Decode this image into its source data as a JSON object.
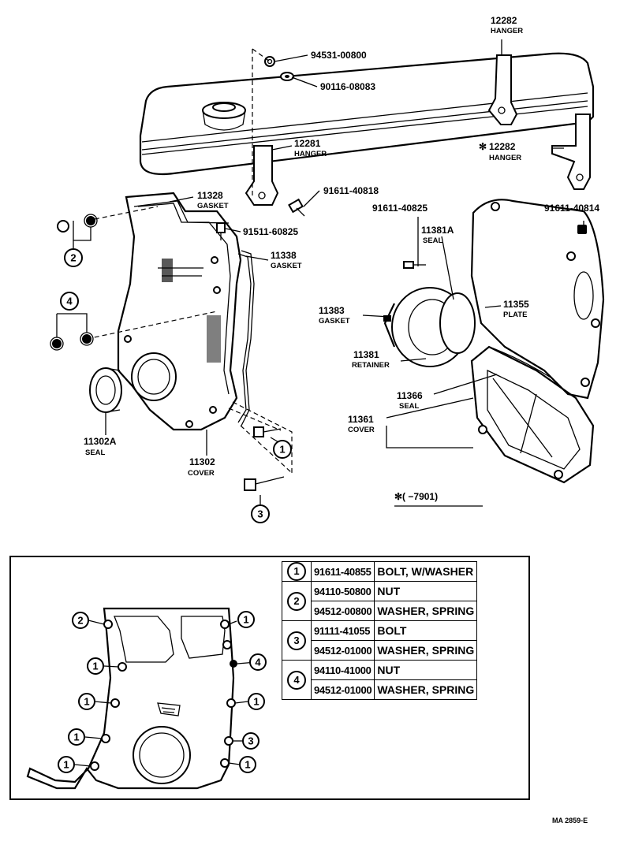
{
  "callouts": {
    "c94531": {
      "num": "94531-00800",
      "name": ""
    },
    "c90116": {
      "num": "90116-08083",
      "name": ""
    },
    "c12282a": {
      "num": "12282",
      "name": "HANGER"
    },
    "c12282b": {
      "num": "12282",
      "name": "HANGER",
      "mark": "✻"
    },
    "c12281": {
      "num": "12281",
      "name": "HANGER"
    },
    "c11328": {
      "num": "11328",
      "name": "GASKET"
    },
    "c91611_40818": {
      "num": "91611-40818",
      "name": ""
    },
    "c91511": {
      "num": "91511-60825",
      "name": ""
    },
    "c11338": {
      "num": "11338",
      "name": "GASKET"
    },
    "c91611_40825": {
      "num": "91611-40825",
      "name": ""
    },
    "c91611_40814": {
      "num": "91611-40814",
      "name": ""
    },
    "c11381A": {
      "num": "11381A",
      "name": "SEAL"
    },
    "c11383": {
      "num": "11383",
      "name": "GASKET"
    },
    "c11355": {
      "num": "11355",
      "name": "PLATE"
    },
    "c11381": {
      "num": "11381",
      "name": "RETAINER"
    },
    "c11366": {
      "num": "11366",
      "name": "SEAL"
    },
    "c11361": {
      "num": "11361",
      "name": "COVER"
    },
    "c11302A": {
      "num": "11302A",
      "name": "SEAL"
    },
    "c11302": {
      "num": "11302",
      "name": "COVER"
    }
  },
  "keys": {
    "k1": "1",
    "k2": "2",
    "k3": "3",
    "k4": "4"
  },
  "footnote": "✻(      −7901)",
  "legend": [
    {
      "key": "1",
      "rows": [
        {
          "part": "91611-40855",
          "desc": "BOLT, W/WASHER"
        }
      ]
    },
    {
      "key": "2",
      "rows": [
        {
          "part": "94110-50800",
          "desc": "NUT"
        },
        {
          "part": "94512-00800",
          "desc": "WASHER, SPRING"
        }
      ]
    },
    {
      "key": "3",
      "rows": [
        {
          "part": "91111-41055",
          "desc": "BOLT"
        },
        {
          "part": "94512-01000",
          "desc": "WASHER, SPRING"
        }
      ]
    },
    {
      "key": "4",
      "rows": [
        {
          "part": "94110-41000",
          "desc": "NUT"
        },
        {
          "part": "94512-01000",
          "desc": "WASHER, SPRING"
        }
      ]
    }
  ],
  "drawing_code": "MA 2859-E"
}
